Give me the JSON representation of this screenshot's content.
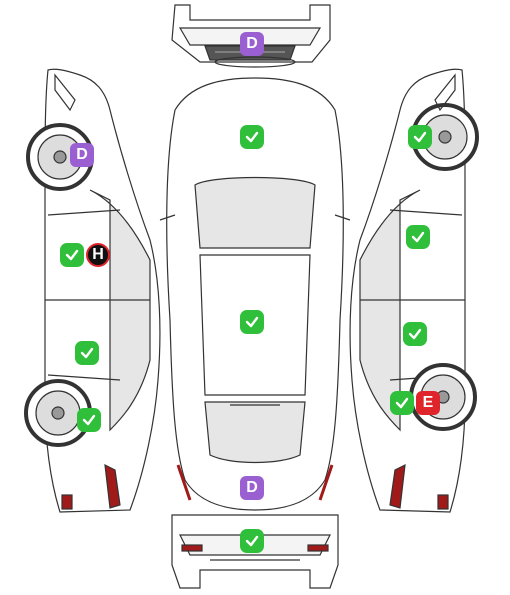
{
  "colors": {
    "ok": "#2fbf3a",
    "dent": "#9a5fd1",
    "error": "#e0242b",
    "hail": "#111111",
    "outline": "#333333",
    "glass": "#e6e6e6",
    "taillight": "#a11a1a"
  },
  "markers": {
    "front_bumper_d": "D",
    "left_front_wheel_d": "D",
    "roof_rear_d": "D",
    "left_front_door_h": "H",
    "right_rear_wheel_e": "E"
  },
  "icons": {
    "ok": "check-icon"
  }
}
